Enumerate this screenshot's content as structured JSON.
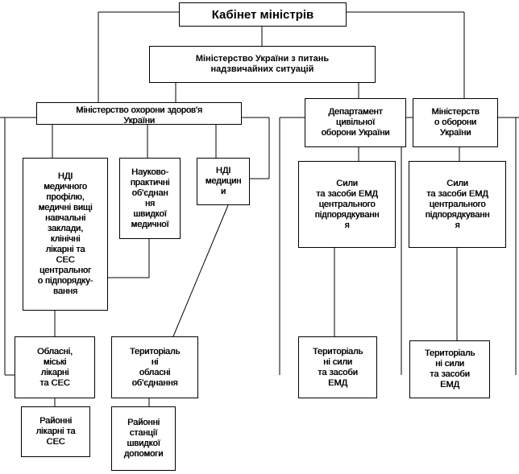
{
  "nodes": {
    "cabinet": "Кабінет міністрів",
    "emergency_ministry": "Міністерство України з питань\nнадзвичайних ситуацій",
    "health_ministry": "Міністерство  охорони  здоров'я\nУкраїни",
    "civil_defense_dept": "Департамент\nцивільної\nоборони  України",
    "defense_ministry": "Міністерств\nо оборони\nУкраїни",
    "ndi_medical_profile": "НДІ\nмедичного\nпрофілю,\nмедичні вищі\nнавчальні\nзаклади,\nклінічні\nлікарні та\nСЕС\nцентральног\nо підпорядку-\nвання",
    "scientific_association": "Науково-\nпрактичні\nоб'єднан\nня\nшвидкої\nмедичної",
    "ndi_medicine": "НДІ\nмедицин\nи",
    "forces_emd_1": "Сили\nта засоби  ЕМД\nцентрального\nпідпорядкуванн\nя",
    "forces_emd_2": "Сили\nта засоби  ЕМД\nцентрального\nпідпорядкуванн\nя",
    "regional_hospitals": "Обласні,\nміські\nлікарні\nта СЕС",
    "territorial_associations": "Територіаль\nні\nобласні\nоб'єднання",
    "territorial_forces_1": "Територіаль\nні сили\nта засоби\nЕМД",
    "territorial_forces_2": "Територіаль\nні сили\nта засоби\nЕМД",
    "district_hospitals": "Районні\nлікарні та\nСЕС",
    "district_ambulance": "Районні\nстанції\nшвидкої\nдопомоги"
  }
}
